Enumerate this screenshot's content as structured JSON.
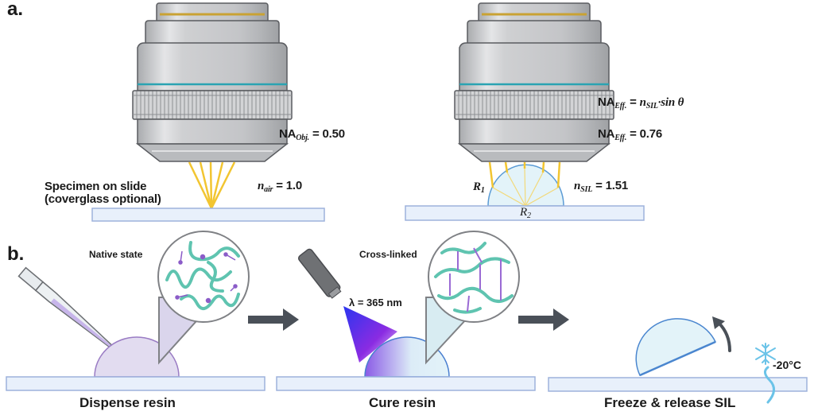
{
  "panel_a": {
    "label": "a.",
    "left_objective": {
      "na_label": "NA",
      "na_sub": "Obj.",
      "na_value": "= 0.50",
      "medium_symbol": "n",
      "medium_sub": "air",
      "medium_value": "= 1.0",
      "specimen_line1": "Specimen on slide",
      "specimen_line2": "(coverglass optional)"
    },
    "right_objective": {
      "formula_na": "NA",
      "formula_na_sub": "Eff.",
      "formula_eq": "=",
      "formula_n": "n",
      "formula_n_sub": "SIL",
      "formula_rest": "·sin θ",
      "na_label": "NA",
      "na_sub": "Eff.",
      "na_value": "= 0.76",
      "medium_symbol": "n",
      "medium_sub": "SIL",
      "medium_value": "= 1.51",
      "r1": "R",
      "r1_sub": "1",
      "r2": "R",
      "r2_sub": "2"
    }
  },
  "panel_b": {
    "label": "b.",
    "steps": [
      {
        "caption": "Dispense resin",
        "inset_label": "Native state"
      },
      {
        "caption": "Cure resin",
        "inset_label": "Cross-linked",
        "wavelength": "λ = 365 nm"
      },
      {
        "caption": "Freeze & release SIL",
        "temperature": "-20°C"
      }
    ]
  },
  "colors": {
    "objective_body": "#c8c9cb",
    "objective_outline": "#5a5c60",
    "gold_band": "#c9a233",
    "teal_band": "#2aa3b2",
    "light_rays": "#f2c531",
    "slide_fill": "#e8f0fb",
    "slide_outline": "#9db2dc",
    "sil_fill": "#e3f3f9",
    "sil_outline": "#5b9bd5",
    "resin_fill": "#e2dcf0",
    "resin_outline": "#9a7cc4",
    "polymer": "#5fc4b0",
    "crosslinker": "#8b5cc8",
    "uv_beam": "#5a1fe0",
    "arrow": "#4a5058",
    "snowflake": "#6bc3e8"
  }
}
